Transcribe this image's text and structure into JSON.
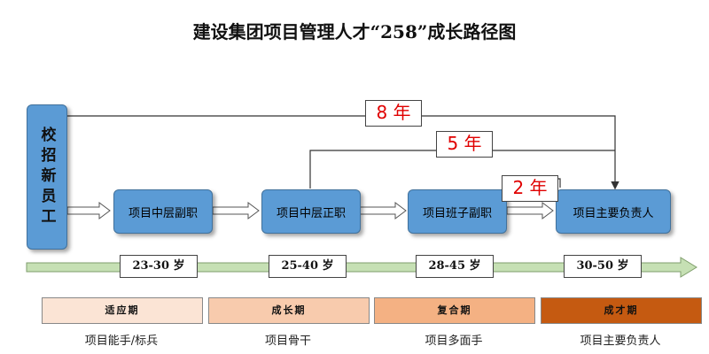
{
  "title": "建设集团项目管理人才“258”成长路径图",
  "start_box": "校招新员工",
  "positions": [
    "项目中层副职",
    "项目中层正职",
    "项目班子副职",
    "项目主要负责人"
  ],
  "year_labels": {
    "y8": "8 年",
    "y5": "5 年",
    "y2": "2 年"
  },
  "ages": [
    "23-30 岁",
    "25-40 岁",
    "28-45 岁",
    "30-50 岁"
  ],
  "phases": [
    {
      "label": "适应期",
      "color": "#fbe4d5"
    },
    {
      "label": "成长期",
      "color": "#f8cbad"
    },
    {
      "label": "复合期",
      "color": "#f4b183"
    },
    {
      "label": "成才期",
      "color": "#c55a11"
    }
  ],
  "roles": [
    "项目能手/标兵",
    "项目骨干",
    "项目多面手",
    "项目主要负责人"
  ],
  "colors": {
    "box": "#5b9bd5",
    "timeline": "#c6e0b4",
    "year_text": "#e00000"
  }
}
